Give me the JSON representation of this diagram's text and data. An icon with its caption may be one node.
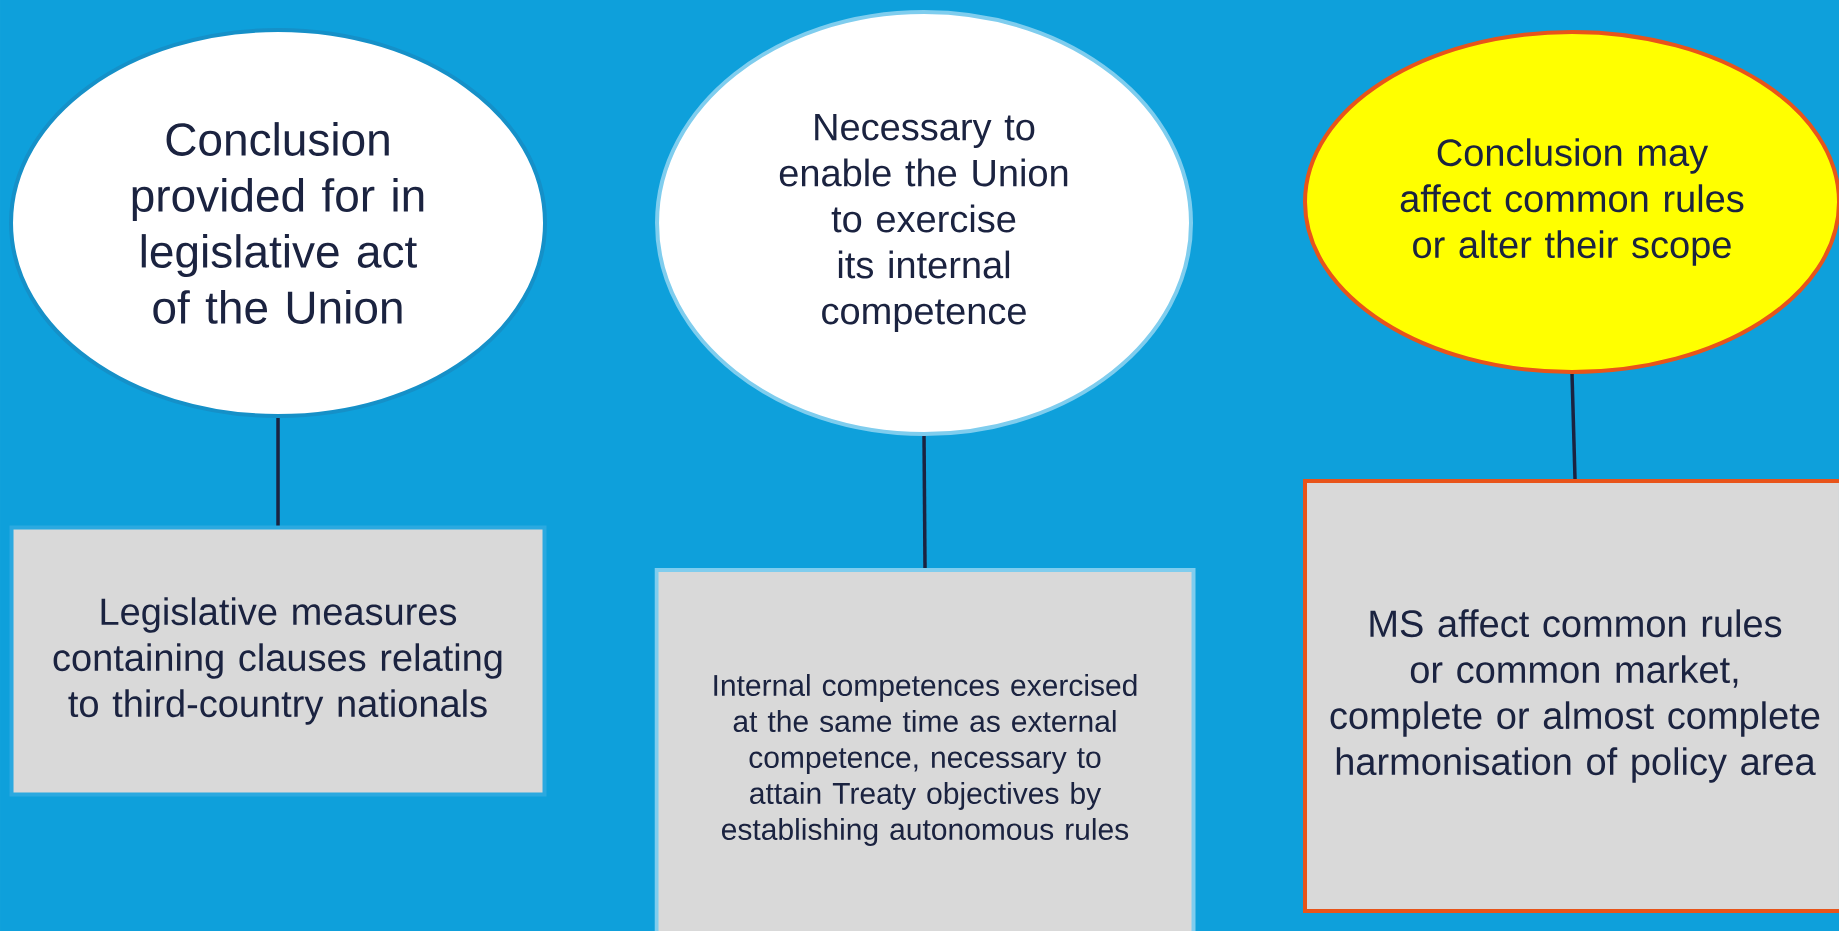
{
  "diagram": {
    "nodes": [
      {
        "text": [
          "Conclusion provided for in legislative act of the Union"
        ]
      },
      {
        "text": [
          "Necessary to enable the Union to exercise its internal competence"
        ]
      },
      {
        "text": [
          "Conclusion may affect common rules or alter their scope"
        ]
      },
      {
        "text": [
          "Legislative measures containing clauses relating to third-country nationals"
        ]
      },
      {
        "text": [
          "Internal competences exercised at the same time as external competence, necessary to attain Treaty objectives by establishing autonomous rules"
        ]
      },
      {
        "text": [
          "MS affect common rules or common market, complete or almost complete harmonisation of policy area"
        ]
      }
    ],
    "edges": [
      {
        "from": 0,
        "to": 3,
        "arrow": "none"
      },
      {
        "from": 1,
        "to": 4,
        "arrow": "none"
      },
      {
        "from": 2,
        "to": 5,
        "arrow": "none"
      }
    ]
  }
}
